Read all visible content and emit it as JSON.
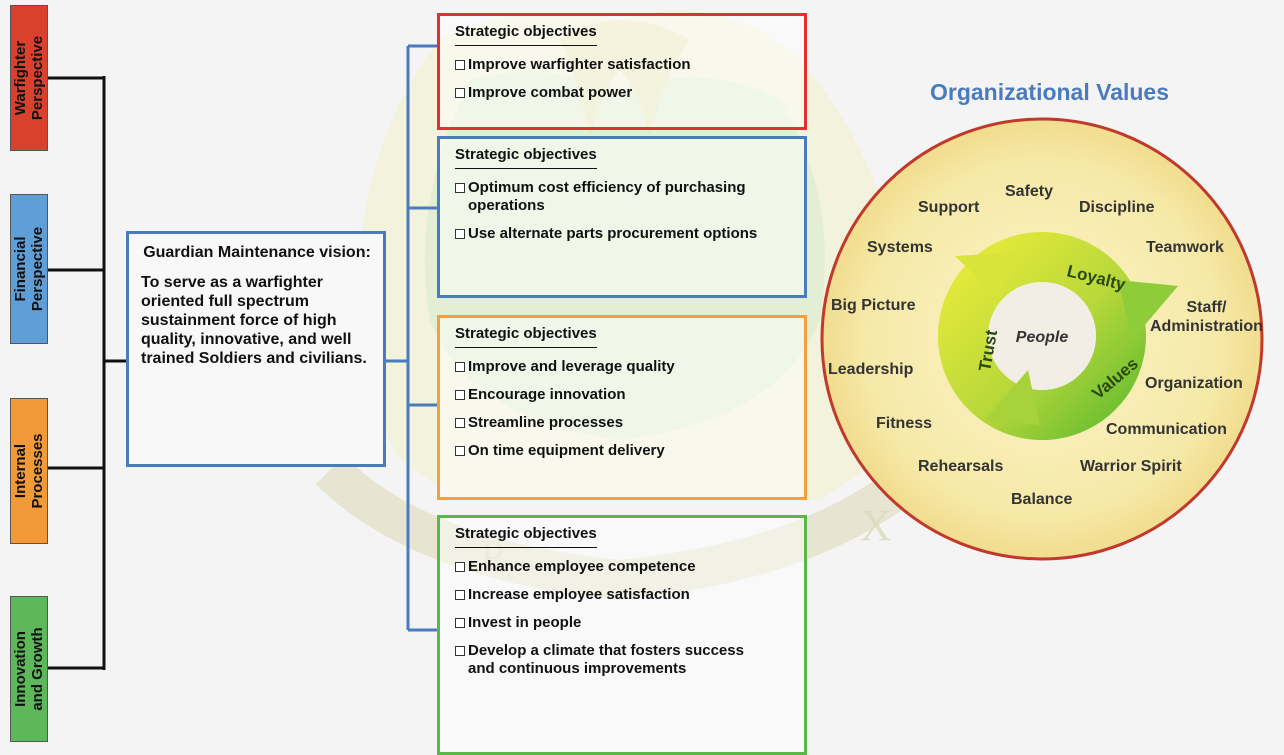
{
  "perspectives": [
    {
      "label": "Warfighter\nPerspective",
      "color": "#d9412e"
    },
    {
      "label": "Financial\nPerspective",
      "color": "#5f9ed6"
    },
    {
      "label": "Internal\nProcesses",
      "color": "#f29a38"
    },
    {
      "label": "Innovation\nand Growth",
      "color": "#5db85a"
    }
  ],
  "vision": {
    "title": "Guardian Maintenance vision:",
    "text": "To serve as a warfighter oriented full spectrum sustainment force of high quality, innovative, and well trained Soldiers and civilians."
  },
  "objectives": [
    {
      "heading": "Strategic objectives",
      "border_color": "#e03030",
      "items": [
        "Improve warfighter satisfaction",
        "Improve combat power"
      ]
    },
    {
      "heading": "Strategic objectives",
      "border_color": "#4a7bbd",
      "items": [
        "Optimum cost efficiency of purchasing operations",
        "Use alternate parts procurement options"
      ]
    },
    {
      "heading": "Strategic objectives",
      "border_color": "#f0a040",
      "items": [
        "Improve and leverage quality",
        "Encourage innovation",
        "Streamline processes",
        "On time equipment delivery"
      ]
    },
    {
      "heading": "Strategic objectives",
      "border_color": "#5ab848",
      "items": [
        "Enhance employee competence",
        "Increase employee satisfaction",
        "Invest in people",
        "Develop a climate that fosters success and continuous improvements"
      ]
    }
  ],
  "values": {
    "title": "Organizational Values",
    "center": "People",
    "cycle": [
      "Loyalty",
      "Values",
      "Trust"
    ],
    "words": [
      "Support",
      "Safety",
      "Discipline",
      "Systems",
      "Teamwork",
      "Big Picture",
      "Staff/\nAdministration",
      "Leadership",
      "Organization",
      "Fitness",
      "Communication",
      "Rehearsals",
      "Warrior Spirit",
      "Balance"
    ]
  },
  "colors": {
    "connector": "#111111",
    "bracket": "#4a7bbd",
    "circle_border": "#c0392b"
  }
}
